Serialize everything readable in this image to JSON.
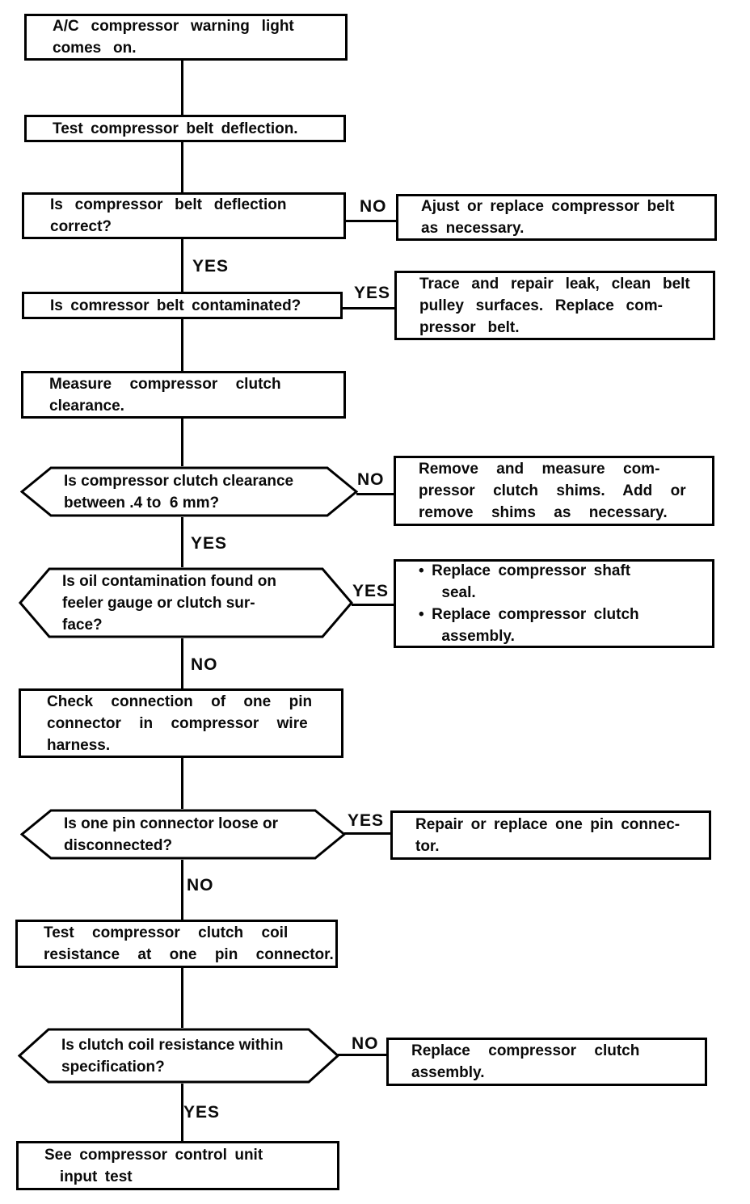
{
  "colors": {
    "ink": "#000000",
    "paper": "#ffffff"
  },
  "labels": {
    "yes": "YES",
    "no": "NO"
  },
  "nodes": {
    "start": {
      "lines": [
        "A/C compressor warning light",
        "comes on."
      ]
    },
    "test_belt_deflection": {
      "lines": [
        "Test compressor belt deflection."
      ]
    },
    "q_belt_deflection_correct": {
      "lines": [
        "Is compressor belt deflection",
        "correct?"
      ]
    },
    "adjust_replace_belt": {
      "lines": [
        "Ajust or replace compressor belt",
        "as necessary."
      ]
    },
    "q_belt_contaminated": {
      "lines": [
        "Is comressor belt contaminated?"
      ]
    },
    "trace_repair_leak": {
      "lines": [
        "Trace and repair leak, clean belt",
        "pulley surfaces. Replace com-",
        "pressor belt."
      ]
    },
    "measure_clutch_clearance": {
      "lines": [
        "Measure compressor clutch",
        "clearance."
      ]
    },
    "q_clutch_clearance": {
      "lines": [
        "Is compressor clutch clearance",
        "between .4 to  6 mm?"
      ]
    },
    "remove_measure_shims": {
      "lines": [
        "Remove and measure com-",
        "pressor clutch shims. Add or",
        "remove shims as necessary."
      ]
    },
    "q_oil_contamination": {
      "lines": [
        "Is oil contamination found on",
        "feeler gauge or clutch sur-",
        "face?"
      ]
    },
    "replace_seal_and_clutch": {
      "lines": [
        "• Replace compressor shaft",
        "   seal.",
        "• Replace compressor clutch",
        "   assembly."
      ]
    },
    "check_one_pin_connector": {
      "lines": [
        "Check connection of one pin",
        "connector in compressor wire",
        "harness."
      ]
    },
    "q_connector_loose": {
      "lines": [
        "Is one pin connector loose or",
        "disconnected?"
      ]
    },
    "repair_replace_connector": {
      "lines": [
        "Repair or replace one pin connec-",
        "tor."
      ]
    },
    "test_coil_resistance": {
      "lines": [
        "Test compressor clutch coil",
        "resistance at one pin connector."
      ]
    },
    "q_coil_resistance": {
      "lines": [
        "Is clutch coil resistance within",
        "specification?"
      ]
    },
    "replace_clutch_assembly": {
      "lines": [
        "Replace compressor clutch",
        "assembly."
      ]
    },
    "end_control_unit_test": {
      "lines": [
        "See compressor control unit",
        "  input test"
      ]
    }
  }
}
